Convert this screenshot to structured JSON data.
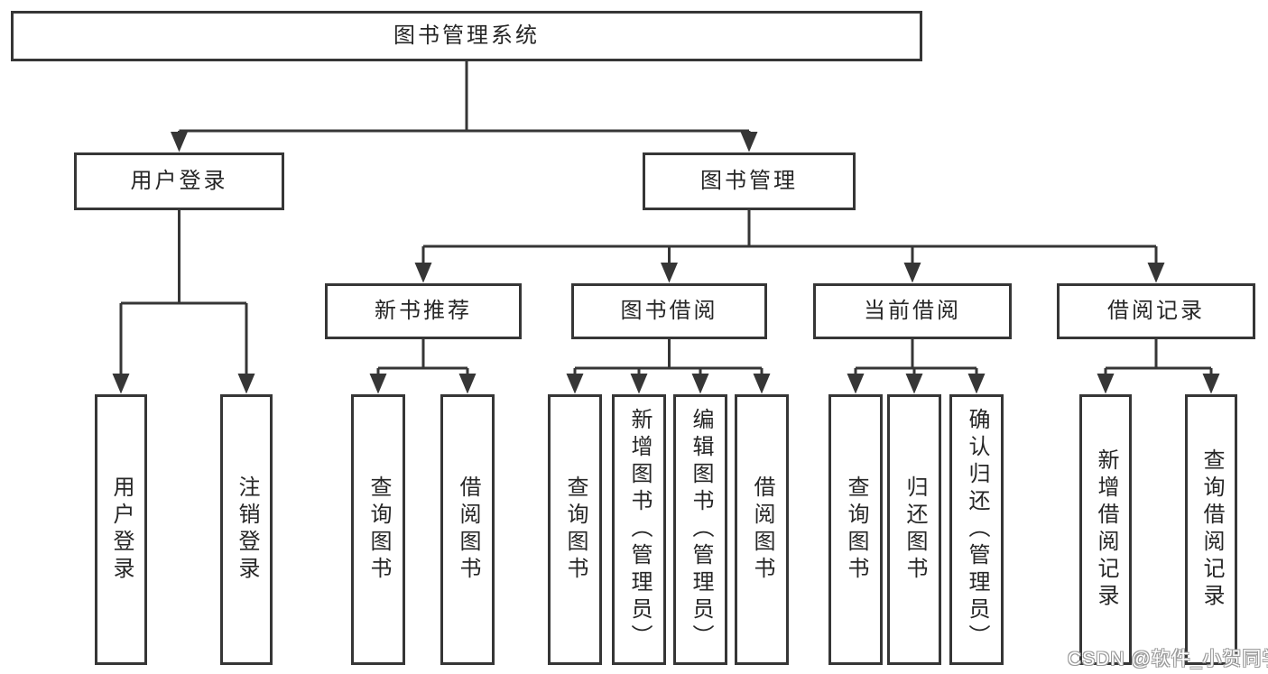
{
  "page": {
    "background": "#ffffff"
  },
  "diagram": {
    "colors": {
      "line": "#363636",
      "border": "#363636",
      "text": "#262626",
      "node_background": "#ffffff"
    },
    "tree": {
      "label": "图书管理系统",
      "children": [
        {
          "label": "用户登录",
          "children": [
            {
              "label": "用户登录"
            },
            {
              "label": "注销登录"
            }
          ]
        },
        {
          "label": "图书管理",
          "children": [
            {
              "label": "新书推荐",
              "children": [
                {
                  "label": "查询图书"
                },
                {
                  "label": "借阅图书"
                }
              ]
            },
            {
              "label": "图书借阅",
              "children": [
                {
                  "label": "查询图书"
                },
                {
                  "label": "新增图书（管理员）"
                },
                {
                  "label": "编辑图书（管理员）"
                },
                {
                  "label": "借阅图书"
                }
              ]
            },
            {
              "label": "当前借阅",
              "children": [
                {
                  "label": "查询图书"
                },
                {
                  "label": "归还图书"
                },
                {
                  "label": "确认归还（管理员）"
                }
              ]
            },
            {
              "label": "借阅记录",
              "children": [
                {
                  "label": "新增借阅记录"
                },
                {
                  "label": "查询借阅记录"
                }
              ]
            }
          ]
        }
      ]
    }
  },
  "watermark": {
    "text": "CSDN @软件_小贺同学"
  }
}
